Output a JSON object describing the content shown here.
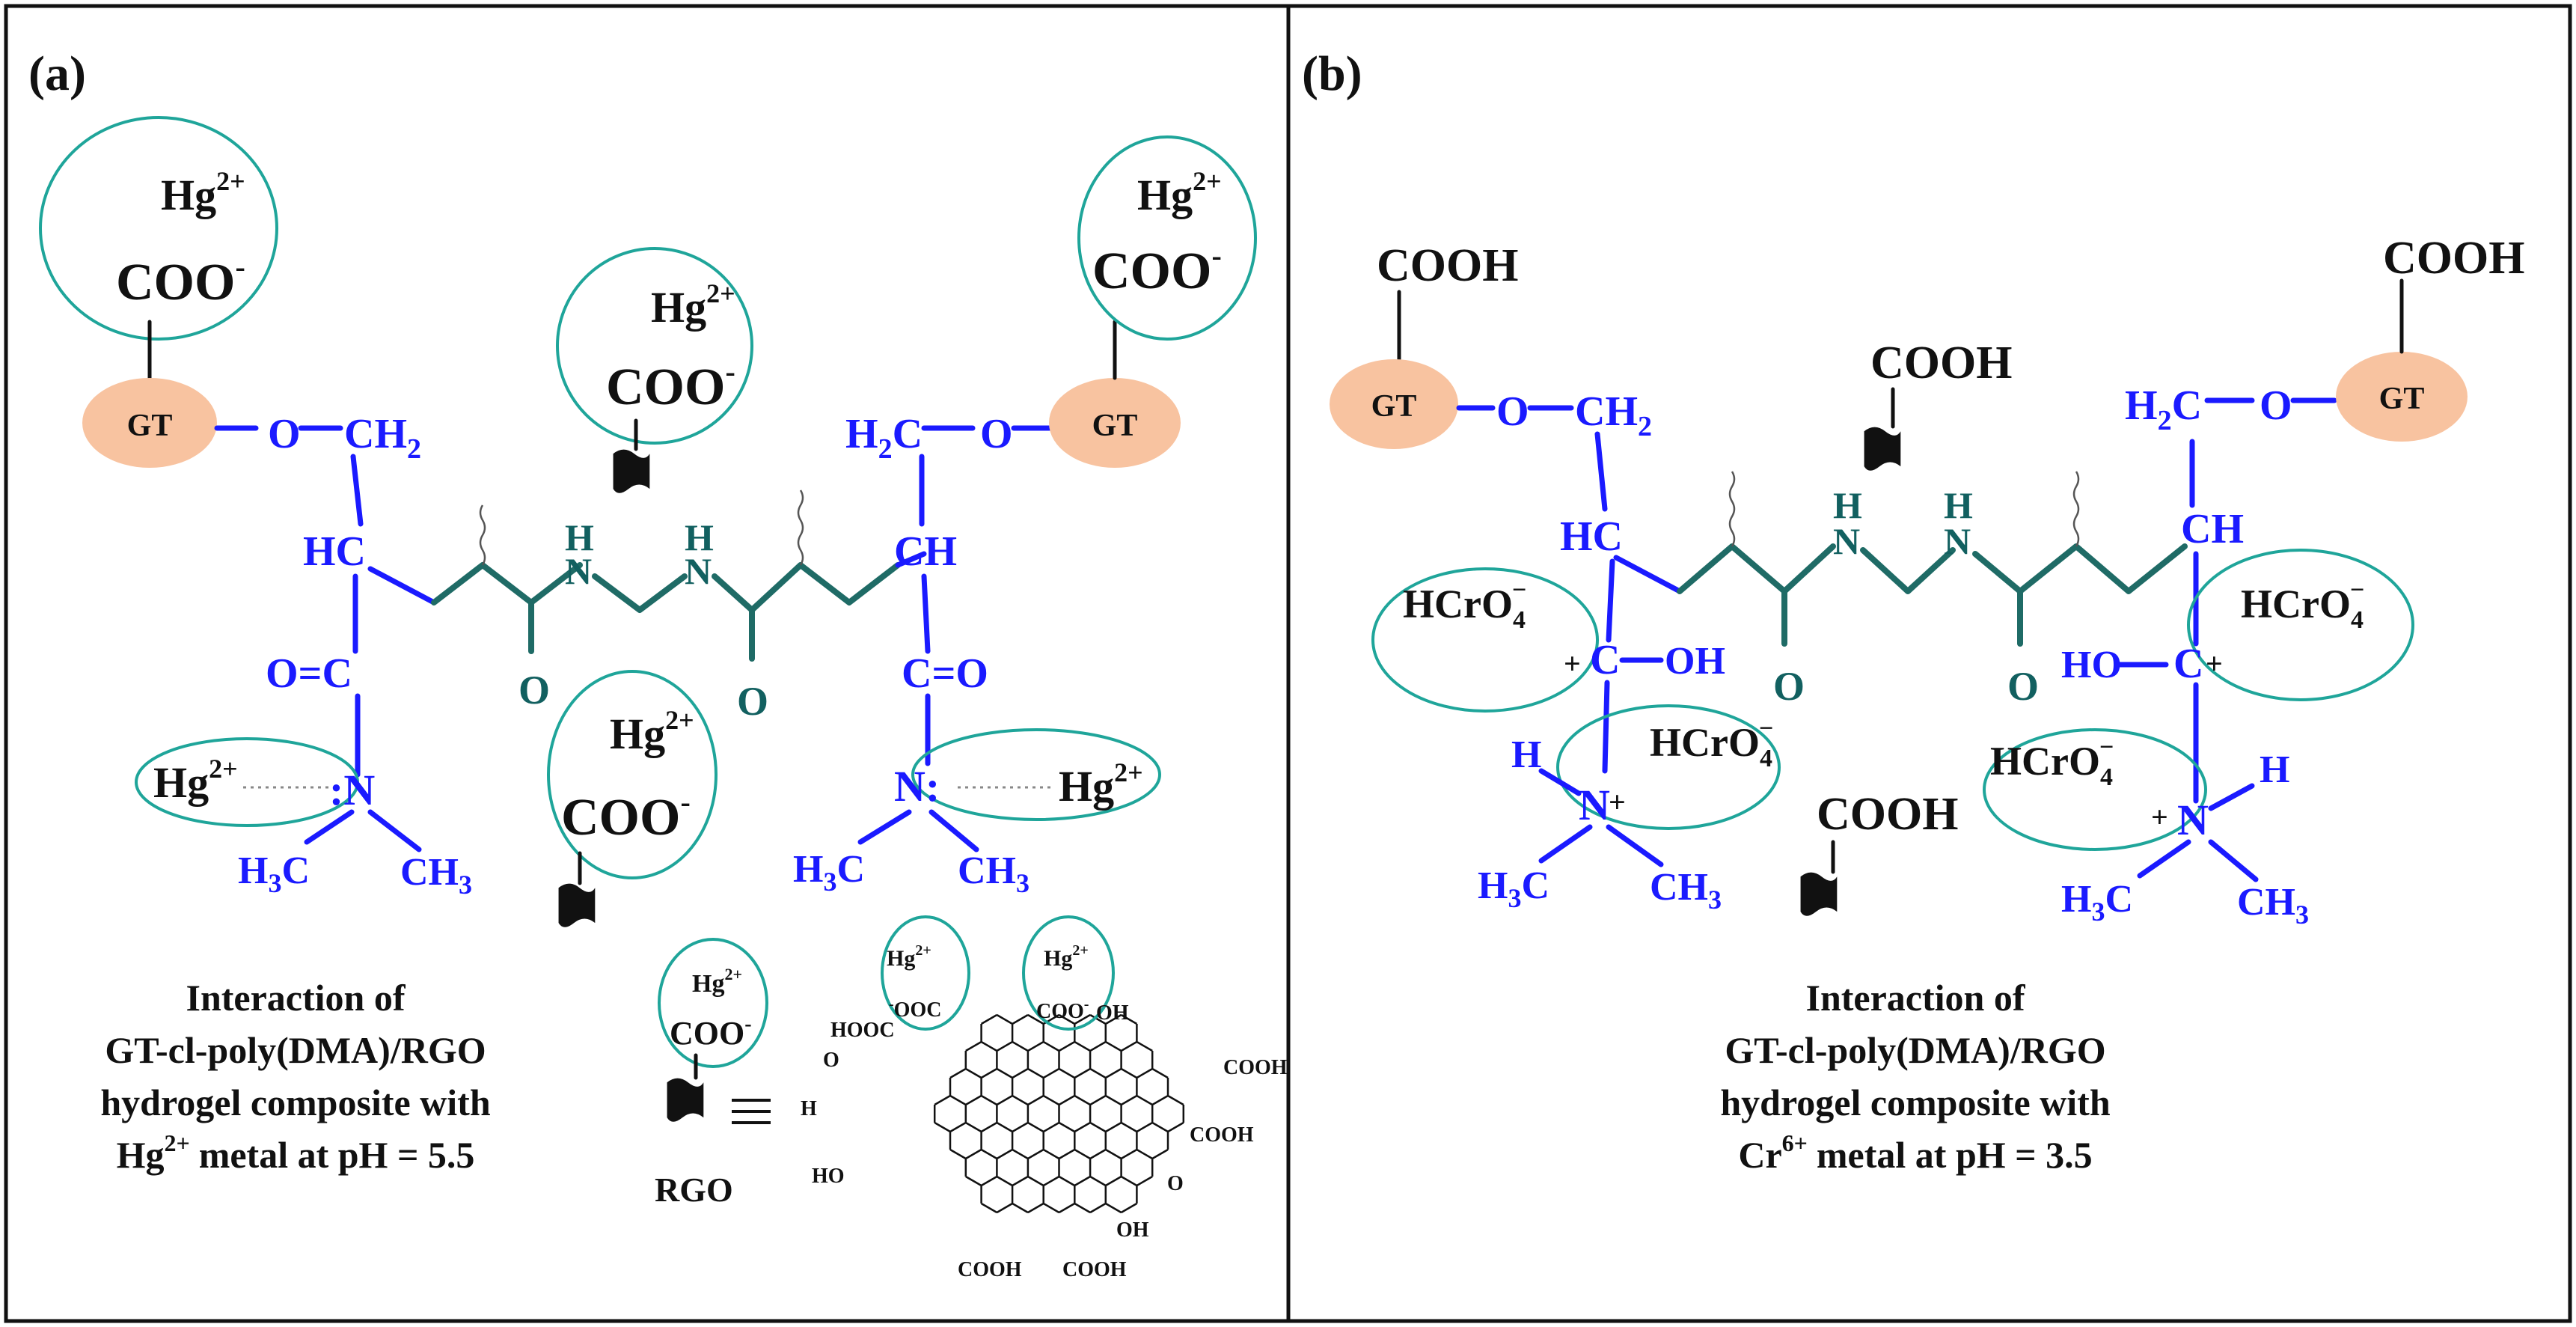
{
  "panel_a": {
    "label": "(a)",
    "metal": "Hg",
    "charge": "2+",
    "carboxylate": "COO",
    "minus": "-",
    "gt": "GT",
    "o": "O",
    "ch": "CH",
    "h2c_h": "H",
    "h": "H",
    "c": "C",
    "n": "N",
    "n_colon_left": ":N",
    "n_colon_right": "N:",
    "three": "3",
    "two": "2",
    "hc": "HC",
    "o_eq_c": "O=C",
    "c_eq_o": "C=O",
    "caption": [
      "Interaction of",
      "GT-cl-poly(DMA)/RGO",
      "hydrogel composite with",
      "metal at pH = 5.5"
    ],
    "rgo_label": "RGO",
    "rgo_groups": {
      "cooh": "COOH",
      "hooc": "HOOC",
      "ooc": "OOC",
      "oh": "OH",
      "ho": "HO",
      "o": "O",
      "h": "H"
    }
  },
  "panel_b": {
    "label": "(b)",
    "acid": "COOH",
    "gt": "GT",
    "o": "O",
    "ch": "CH",
    "hc": "HC",
    "h": "H",
    "c": "C",
    "n": "N",
    "oh": "OH",
    "ho": "HO",
    "plus": "+",
    "anion": "HCrO",
    "anion_sub": "4",
    "anion_sup": "−",
    "three": "3",
    "two": "2",
    "caption": [
      "Interaction of",
      "GT-cl-poly(DMA)/RGO",
      "hydrogel composite with",
      "metal at pH = 3.5"
    ],
    "metal": "Cr",
    "charge": "6+"
  },
  "colors": {
    "polymer_side": "#1a1aff",
    "backbone": "#1f6b66",
    "ring": "#1fa59a",
    "gt_fill": "#f8c3a0"
  }
}
